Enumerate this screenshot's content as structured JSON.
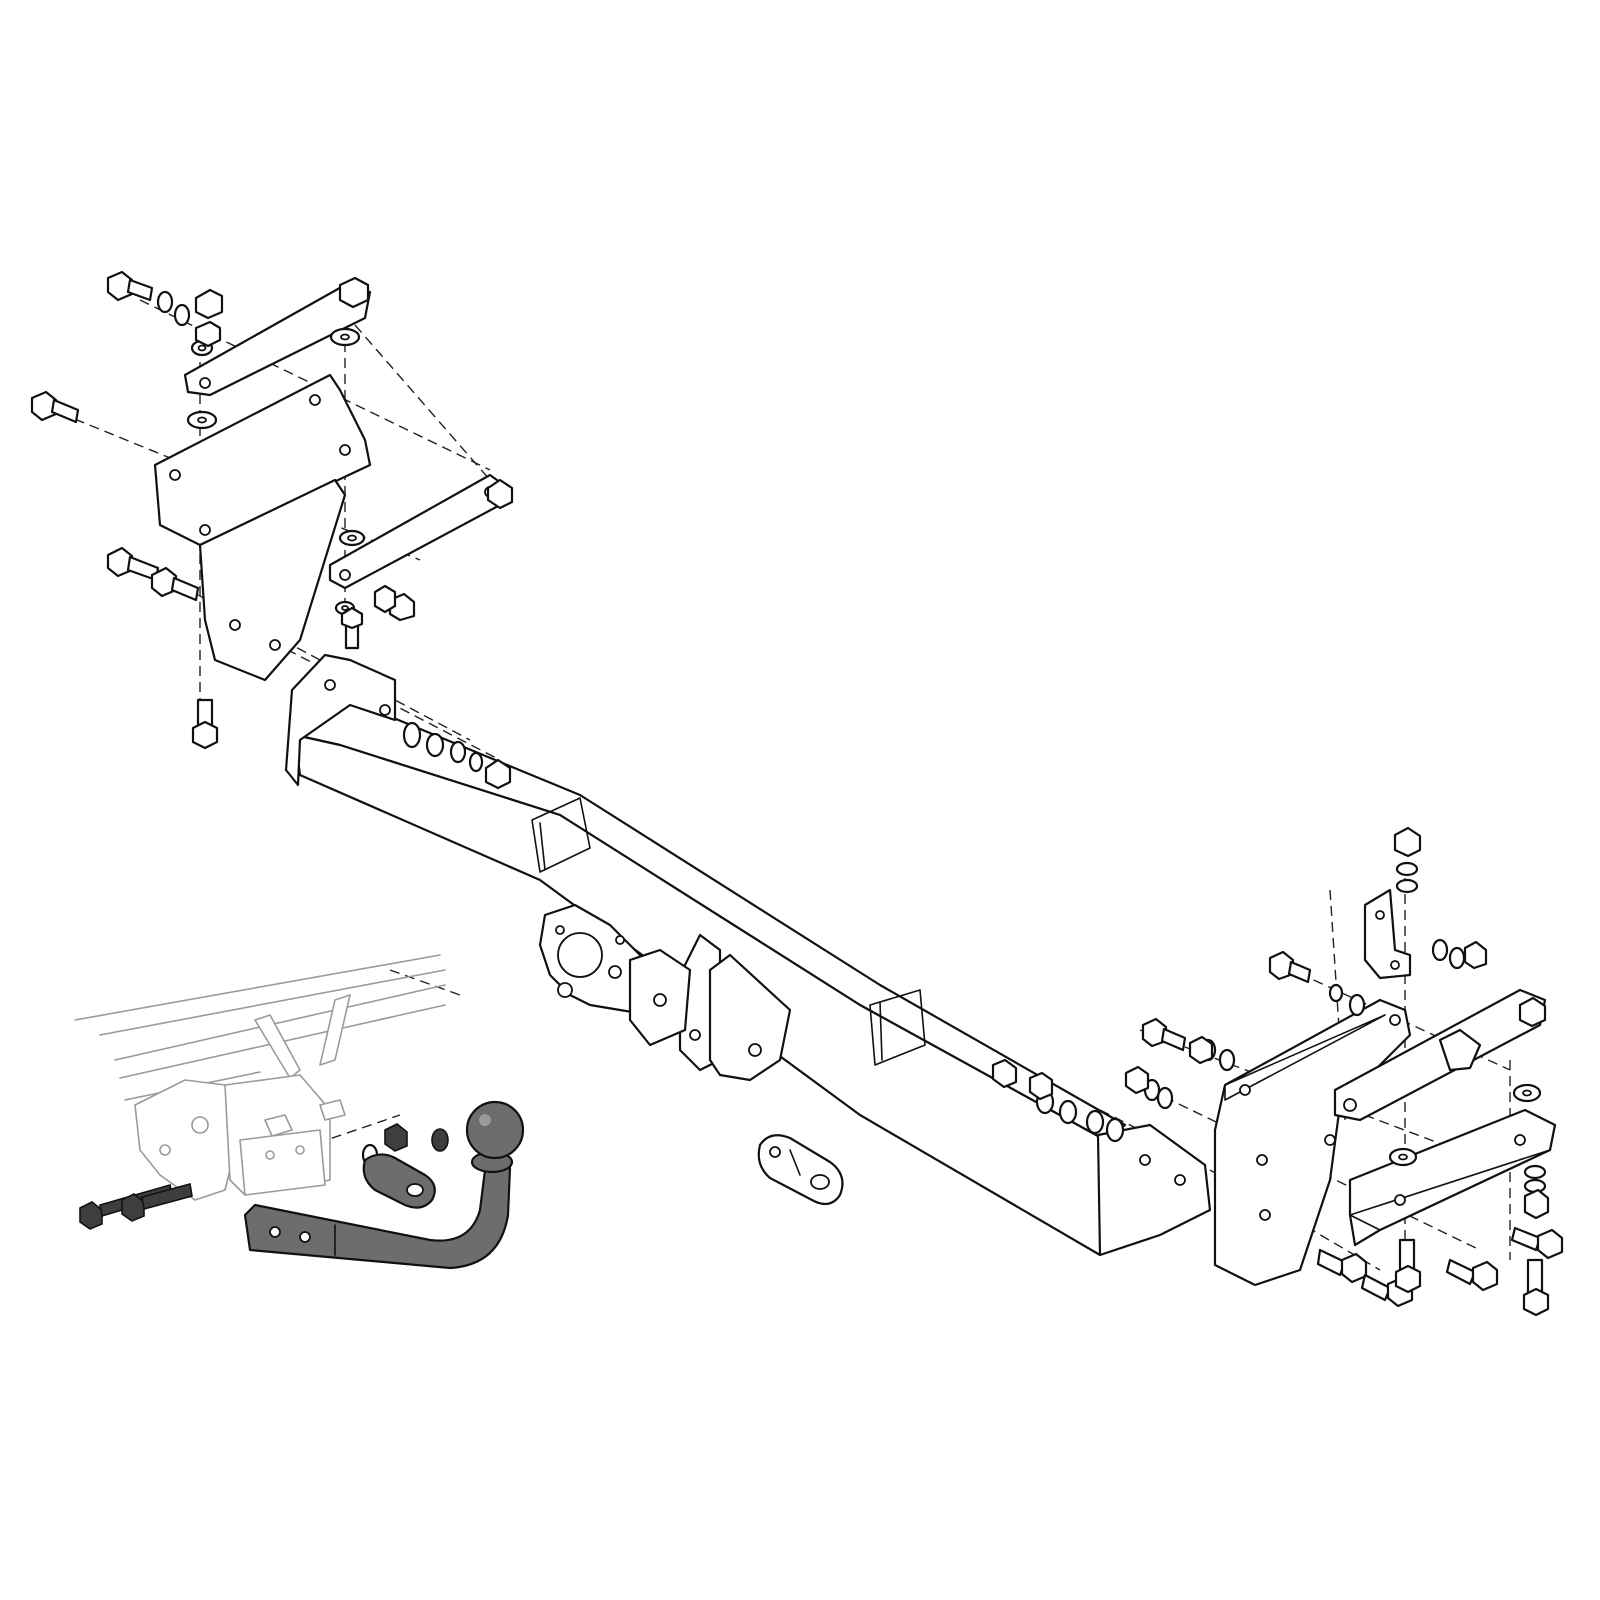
{
  "diagram": {
    "parts": [
      "main-crossbar",
      "left-mounting-bracket",
      "left-upper-strap",
      "left-lower-strap",
      "right-mounting-bracket",
      "right-upper-strap",
      "right-lower-strap",
      "right-angle-bracket",
      "socket-plate",
      "tow-ball-neck",
      "safety-chain-eye",
      "fixing-hardware"
    ],
    "colors": {
      "line": "#111111",
      "fill": "#ffffff",
      "tow_ball": "#6d6d6d",
      "inset_ghost": "#9a9a9a",
      "dark_hardware": "#3e3e3e"
    },
    "icons": [
      "bolt-icon",
      "nut-icon",
      "washer-icon"
    ]
  }
}
